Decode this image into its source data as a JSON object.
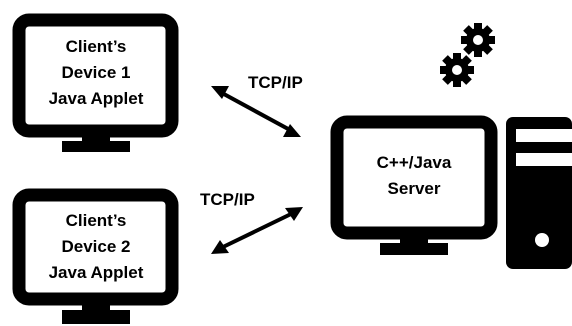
{
  "clients": [
    {
      "line1": "Client’s",
      "line2": "Device 1",
      "line3": "Java Applet"
    },
    {
      "line1": "Client’s",
      "line2": "Device 2",
      "line3": "Java Applet"
    }
  ],
  "server": {
    "line1": "C++/Java",
    "line2": "Server"
  },
  "connections": [
    {
      "label": "TCP/IP"
    },
    {
      "label": "TCP/IP"
    }
  ],
  "colors": {
    "stroke": "#000000",
    "background": "#ffffff"
  },
  "icons": [
    "monitor-icon",
    "gear-icon",
    "tower-icon",
    "double-arrow-icon"
  ]
}
